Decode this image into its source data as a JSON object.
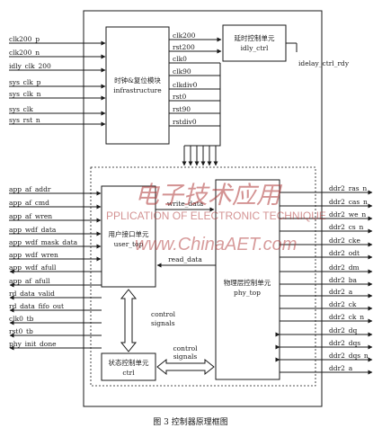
{
  "left_signals": [
    "clk200_p",
    "clk200_n",
    "idly_clk_200",
    "sys_clk_p",
    "sys_clk_n",
    "sys_clk",
    "sys_rst_n",
    "app_af_addr",
    "app_af_cmd",
    "app_af_wren",
    "app_wdf_data",
    "app_wdf_mask_data",
    "app_wdf_wren",
    "app_wdf_afull",
    "app_af_afull",
    "rd_data_valid",
    "rd_data_fifo_out",
    "clk0_tb",
    "rst0_tb",
    "phy_init_done"
  ],
  "infra_outputs": [
    "clk200",
    "rst200",
    "clk0",
    "clk90",
    "clkdiv0",
    "rst0",
    "rst90",
    "rstdiv0"
  ],
  "right_signals": [
    "ddr2_ras_n",
    "ddr2_cas_n",
    "ddr2_we_n",
    "ddr2_cs_n",
    "ddr2_cke",
    "ddr2_odt",
    "ddr2_dm",
    "ddr2_ba",
    "ddr2_a",
    "ddr2_ck",
    "ddr2_ck_n",
    "ddr2_dq",
    "ddr2_dqs",
    "ddr2_dqs_n",
    "ddr2_a"
  ],
  "blocks": {
    "infra_cn": "时钟&复位模块",
    "infra_en": "infrastructure",
    "idly_cn": "延时控制单元",
    "idly_en": "idly_ctrl",
    "user_cn": "用户接口单元",
    "user_en": "user_top",
    "phy_cn": "物理层控制单元",
    "phy_en": "phy_top",
    "ctrl_cn": "状态控制单元",
    "ctrl_en": "ctrl"
  },
  "labels": {
    "idelay_rdy": "idelay_ctrl_rdy",
    "write_data": "write_data",
    "read_data": "read_data",
    "control1_a": "control",
    "control1_b": "signals",
    "control2_a": "control",
    "control2_b": "signals"
  },
  "caption": "图 3  控制器原理框图",
  "watermark": {
    "title": "电子技术应用",
    "subtitle": "PPLICATION OF ELECTRONIC TECHNIQUE",
    "url": "www.ChinaAET.com"
  }
}
